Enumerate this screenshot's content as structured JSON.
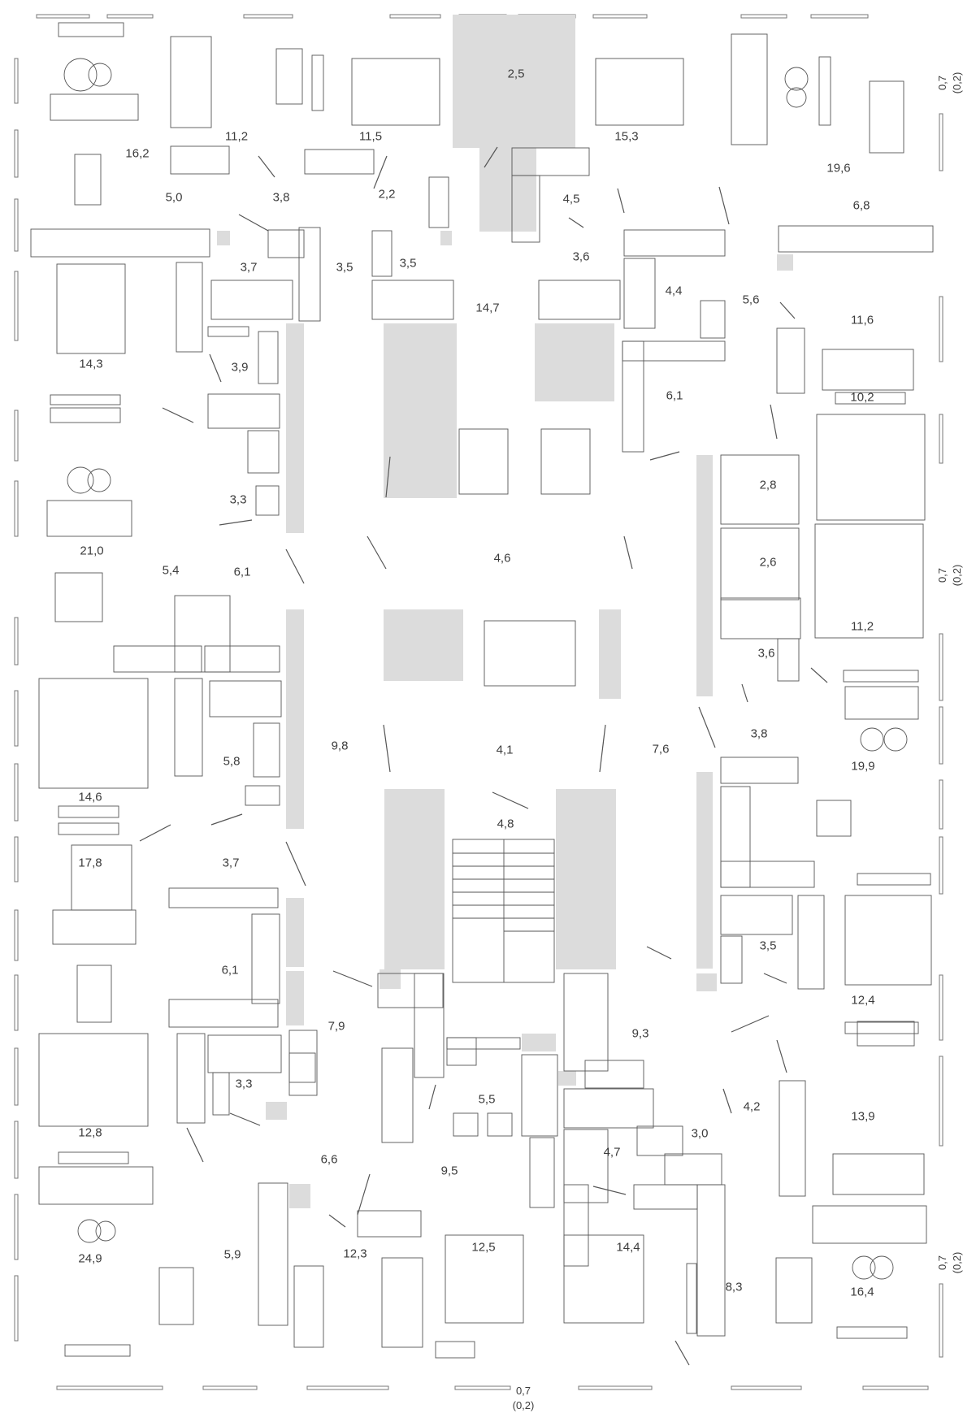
{
  "colors": {
    "background": "#ffffff",
    "line": "#555555",
    "shaft_fill": "#dcdcdc"
  },
  "rooms": [
    {
      "label": "16,2"
    },
    {
      "label": "11,2"
    },
    {
      "label": "11,5"
    },
    {
      "label": "2,5"
    },
    {
      "label": "15,3"
    },
    {
      "label": "19,6"
    },
    {
      "label": "5,0"
    },
    {
      "label": "3,8"
    },
    {
      "label": "2,2"
    },
    {
      "label": "4,5"
    },
    {
      "label": "6,8"
    },
    {
      "label": "3,7"
    },
    {
      "label": "3,5"
    },
    {
      "label": "3,5"
    },
    {
      "label": "3,6"
    },
    {
      "label": "14,7"
    },
    {
      "label": "4,4"
    },
    {
      "label": "5,6"
    },
    {
      "label": "11,6"
    },
    {
      "label": "14,3"
    },
    {
      "label": "3,9"
    },
    {
      "label": "6,1"
    },
    {
      "label": "10,2"
    },
    {
      "label": "3,3"
    },
    {
      "label": "2,8"
    },
    {
      "label": "21,0"
    },
    {
      "label": "5,4"
    },
    {
      "label": "6,1"
    },
    {
      "label": "4,6"
    },
    {
      "label": "2,6"
    },
    {
      "label": "11,2"
    },
    {
      "label": "3,6"
    },
    {
      "label": "9,8"
    },
    {
      "label": "4,1"
    },
    {
      "label": "7,6"
    },
    {
      "label": "3,8"
    },
    {
      "label": "5,8"
    },
    {
      "label": "19,9"
    },
    {
      "label": "14,6"
    },
    {
      "label": "4,8"
    },
    {
      "label": "17,8"
    },
    {
      "label": "3,7"
    },
    {
      "label": "6,1"
    },
    {
      "label": "3,5"
    },
    {
      "label": "12,4"
    },
    {
      "label": "7,9"
    },
    {
      "label": "9,3"
    },
    {
      "label": "3,3"
    },
    {
      "label": "5,5"
    },
    {
      "label": "4,2"
    },
    {
      "label": "13,9"
    },
    {
      "label": "12,8"
    },
    {
      "label": "3,0"
    },
    {
      "label": "4,7"
    },
    {
      "label": "6,6"
    },
    {
      "label": "9,5"
    },
    {
      "label": "24,9"
    },
    {
      "label": "12,5"
    },
    {
      "label": "14,4"
    },
    {
      "label": "12,3"
    },
    {
      "label": "5,9"
    },
    {
      "label": "8,3"
    },
    {
      "label": "16,4"
    }
  ],
  "balconies": [
    {
      "area": "0,7",
      "sub": "(0,2)"
    },
    {
      "area": "0,7",
      "sub": "(0,2)"
    },
    {
      "area": "0,7",
      "sub": "(0,2)"
    },
    {
      "area": "0,7",
      "sub": "(0,2)"
    }
  ],
  "elevators": [
    {
      "name": "elevator-1"
    },
    {
      "name": "elevator-2"
    },
    {
      "name": "elevator-cargo"
    }
  ],
  "icons": [
    "sofa",
    "bed",
    "bathtub",
    "toilet",
    "sink",
    "stove",
    "washing-machine",
    "dining-table",
    "desk-chair",
    "wardrobe",
    "plant",
    "elevator",
    "stairs"
  ]
}
